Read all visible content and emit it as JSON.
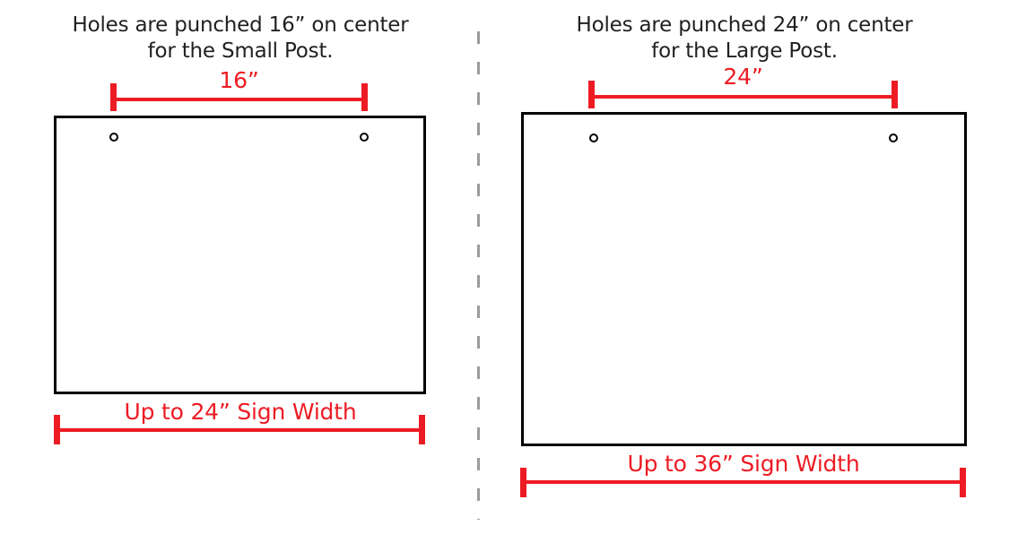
{
  "colors": {
    "red": "#ED1C24",
    "ink": "#231F20",
    "divider_gray": "#9B9B9B",
    "line_black": "#000000"
  },
  "panels": [
    {
      "id": "small-post",
      "title_line1": "Holes are punched 16” on center",
      "title_line2": "for the Small Post.",
      "hole_spacing_label": "16”",
      "sign_width_label": "Up to 24” Sign Width"
    },
    {
      "id": "large-post",
      "title_line1": "Holes are punched 24” on center",
      "title_line2": "for the Large Post.",
      "hole_spacing_label": "24”",
      "sign_width_label": "Up to 36” Sign Width"
    }
  ]
}
